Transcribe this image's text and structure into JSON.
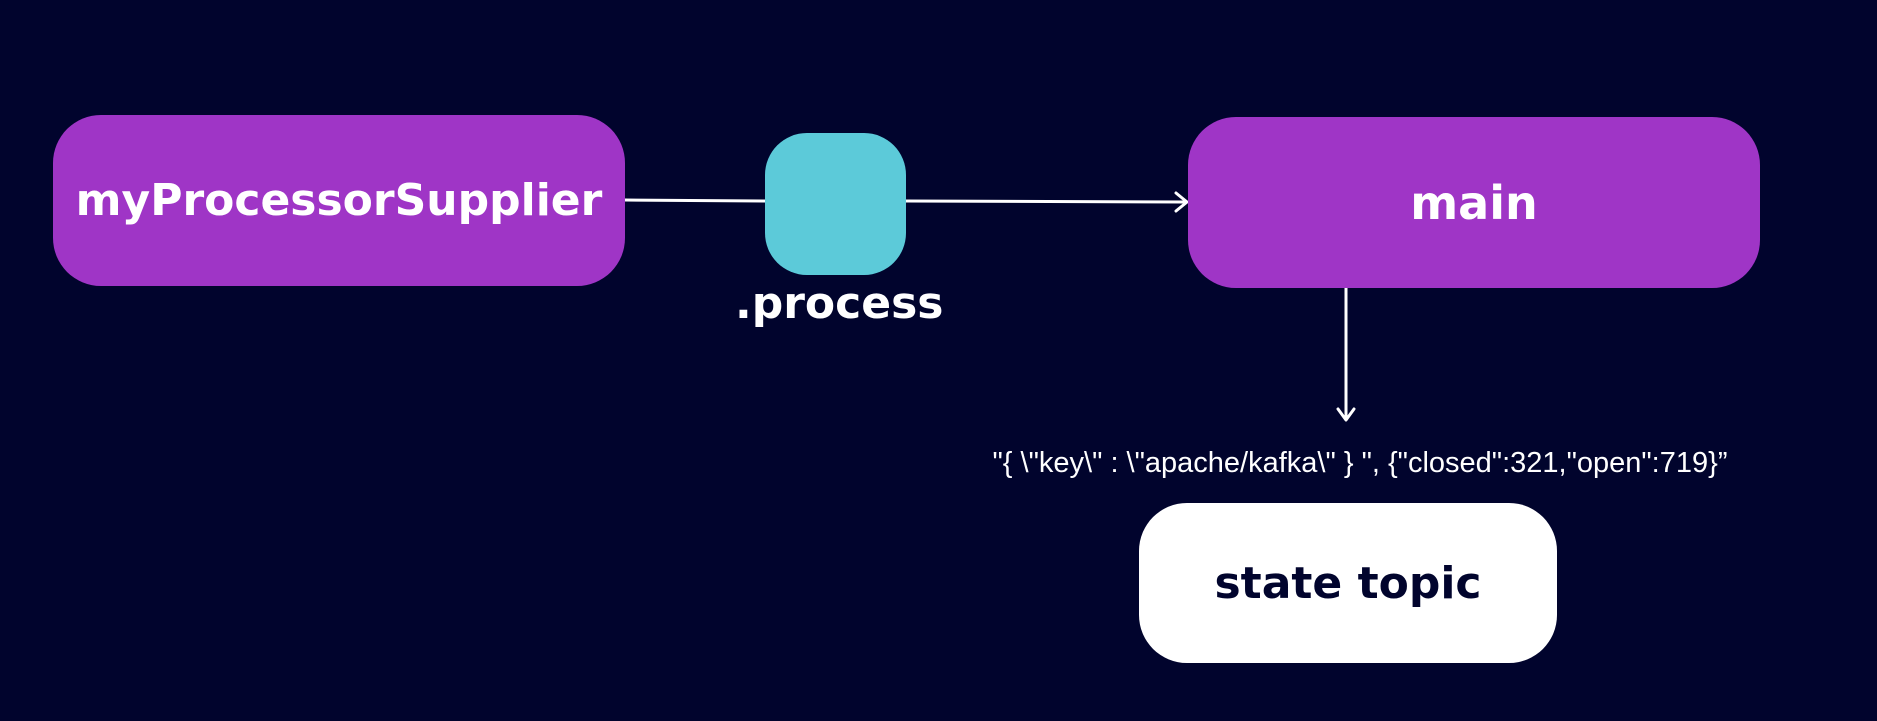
{
  "diagram": {
    "nodes": {
      "supplier": {
        "label": "myProcessorSupplier"
      },
      "main": {
        "label": "main"
      },
      "state_topic": {
        "label": "state topic"
      }
    },
    "process_label": ".process",
    "message": "\"{ \\\"key\\\" : \\\"apache/kafka\\\" } \", {\"closed\":321,\"open\":719}”",
    "colors": {
      "background": "#01042d",
      "node_purple": "#9f35c6",
      "process_cyan": "#5ccad9",
      "state_white": "#ffffff",
      "edge": "#ffffff"
    },
    "edges": [
      {
        "from": "supplier",
        "to": "process",
        "arrow": false
      },
      {
        "from": "process",
        "to": "main",
        "arrow": true
      },
      {
        "from": "main",
        "to": "state_topic",
        "arrow": true
      }
    ]
  }
}
